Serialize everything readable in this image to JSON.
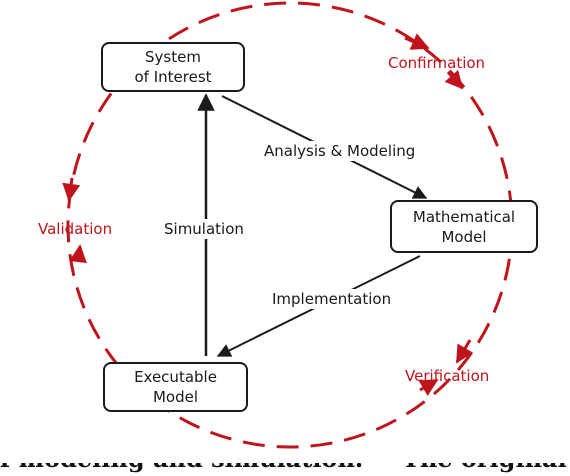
{
  "nodes": {
    "system": {
      "line1": "System",
      "line2": "of Interest"
    },
    "math": {
      "line1": "Mathematical",
      "line2": "Model"
    },
    "exec": {
      "line1": "Executable",
      "line2": "Model"
    }
  },
  "edges": {
    "analysis": "Analysis & Modeling",
    "implementation": "Implementation",
    "simulation": "Simulation"
  },
  "cycle": {
    "confirmation": "Confirmation",
    "verification": "Verification",
    "validation": "Validation"
  },
  "caption": {
    "left": "f modeling and simulation.",
    "right": "The original d"
  },
  "colors": {
    "cycle": "#c0141c",
    "ink": "#1a1a1a"
  }
}
